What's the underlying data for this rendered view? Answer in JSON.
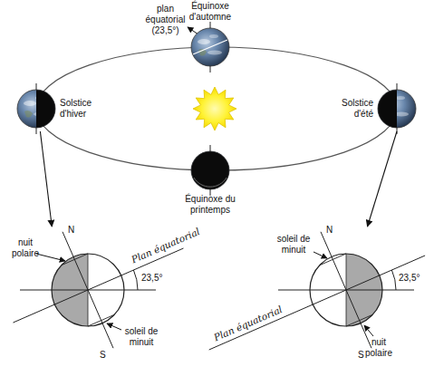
{
  "diagram": {
    "nodes": [
      {
        "text": [
          "Équinoxe d'automne"
        ]
      },
      {
        "text": [
          "Solstice d'hiver"
        ]
      },
      {
        "text": [
          "Solstice d'été"
        ]
      },
      {
        "text": [
          "Équinoxe du printemps"
        ]
      },
      {
        "text": [
          "N",
          "S"
        ]
      },
      {
        "text": [
          "N",
          "S"
        ]
      }
    ],
    "edges": [
      {
        "from": 1,
        "to": 4,
        "arrow": "to"
      },
      {
        "from": 2,
        "to": 5,
        "arrow": "to"
      }
    ],
    "labels": [
      "plan équatorial (23,5°)",
      "nuit polaire",
      "Plan équatorial",
      "23,5°",
      "soleil de minuit",
      "soleil de minuit",
      "23,5°",
      "Plan équatorial",
      "nuit polaire"
    ]
  }
}
